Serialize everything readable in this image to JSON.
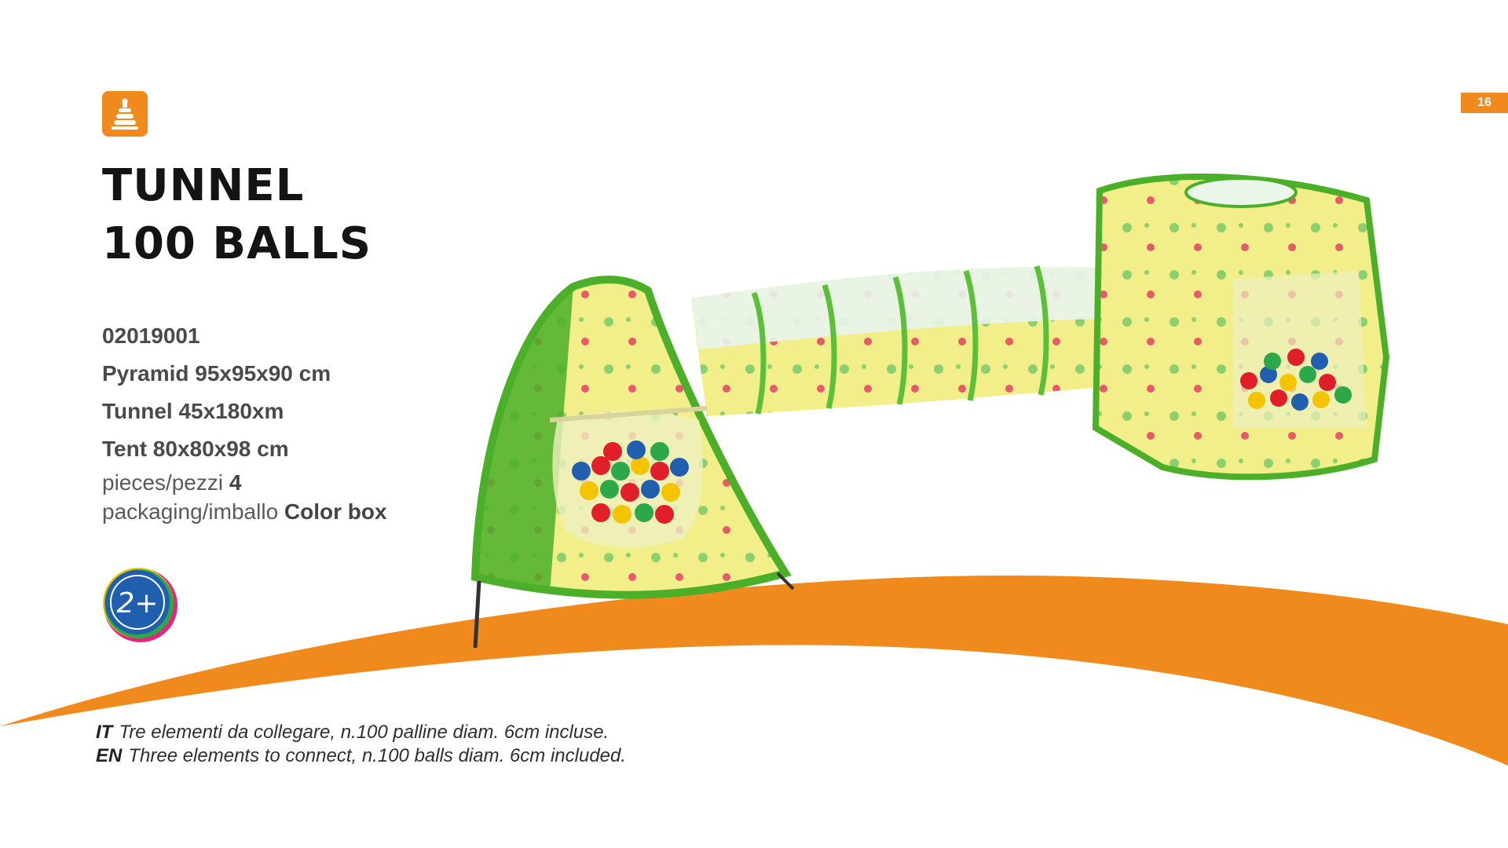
{
  "page": {
    "number": "16"
  },
  "category": {
    "icon": "stacking-rings-toy-icon",
    "color": "#f08a1c"
  },
  "title": {
    "line1": "TUNNEL",
    "line2": "100 BALLS"
  },
  "specs": {
    "code": "02019001",
    "pyramid": "Pyramid 95x95x90 cm",
    "tunnel": "Tunnel 45x180xm",
    "tent": "Tent 80x80x98 cm",
    "pieces_label": "pieces/pezzi",
    "pieces_value": "4",
    "packaging_label": "packaging/imballo",
    "packaging_value": "Color box"
  },
  "age_badge": {
    "label": "2+"
  },
  "description": {
    "it_label": "IT",
    "it_text": "Tre elementi da collegare, n.100 palline diam. 6cm incluse.",
    "en_label": "EN",
    "en_text": "Three elements to connect, n.100 balls diam. 6cm included."
  },
  "colors": {
    "accent_orange": "#f08a1c",
    "tent_green": "#4caf2a",
    "tent_yellow": "#f2ef8a"
  }
}
